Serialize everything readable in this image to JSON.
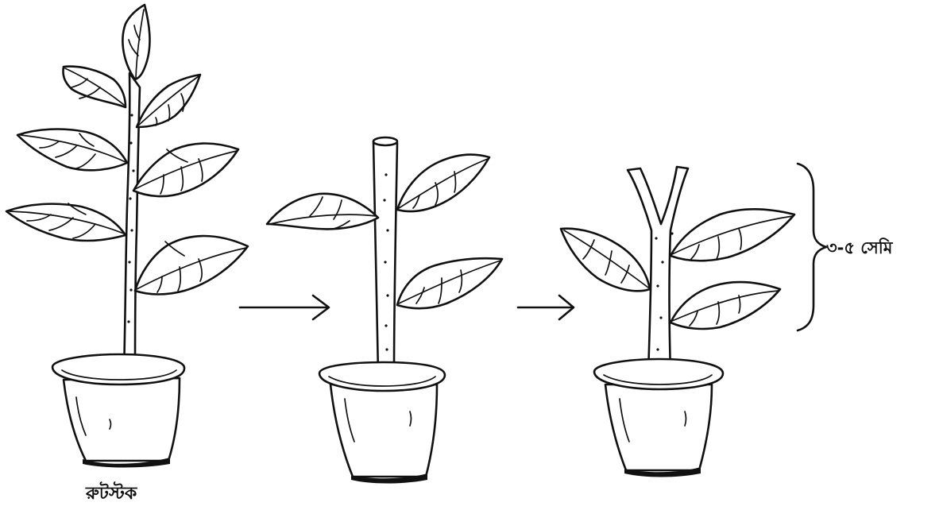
{
  "labels": {
    "rootstock": "রুটস্টক",
    "height_range": "৩-৫ সেমি"
  },
  "colors": {
    "ink": "#111111",
    "background": "#ffffff"
  },
  "stages": [
    {
      "name": "rootstock-plant"
    },
    {
      "name": "beheaded-rootstock"
    },
    {
      "name": "split-rootstock"
    }
  ],
  "arrows": [
    {
      "name": "arrow-1"
    },
    {
      "name": "arrow-2"
    }
  ]
}
